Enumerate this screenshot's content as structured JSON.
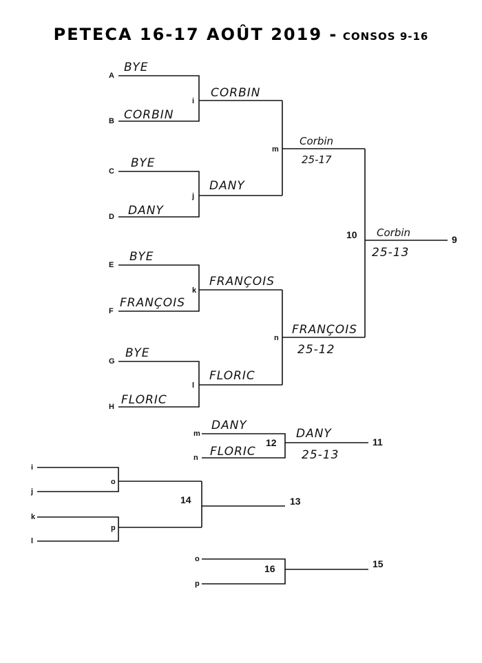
{
  "title": {
    "main": "PETECA 16-17 AOÛT 2019 -",
    "sub": "CONSOS 9-16"
  },
  "slots": {
    "A": "A",
    "B": "B",
    "C": "C",
    "D": "D",
    "E": "E",
    "F": "F",
    "G": "G",
    "H": "H",
    "i": "i",
    "j": "j",
    "k": "k",
    "l": "l",
    "m": "m",
    "n": "n",
    "o": "o",
    "p": "p"
  },
  "entries": {
    "A": "BYE",
    "B": "CORBIN",
    "C": "BYE",
    "D": "DANY",
    "E": "BYE",
    "F": "FRANÇOIS",
    "G": "BYE",
    "H": "FLORIC"
  },
  "round2": {
    "i": "CORBIN",
    "j": "DANY",
    "k": "FRANÇOIS",
    "l": "FLORIC"
  },
  "semis": {
    "m": {
      "winner": "Corbin",
      "score": "25-17"
    },
    "n": {
      "winner": "FRANÇOIS",
      "score": "25-12"
    }
  },
  "final": {
    "match_num": "10",
    "winner": "Corbin",
    "score": "25-13",
    "place": "9"
  },
  "match12": {
    "match_num": "12",
    "top": "DANY",
    "bottom": "FLORIC",
    "winner": "DANY",
    "score": "25-13",
    "place": "11"
  },
  "match14": {
    "match_num": "14",
    "place": "13"
  },
  "match16": {
    "match_num": "16",
    "place": "15"
  }
}
